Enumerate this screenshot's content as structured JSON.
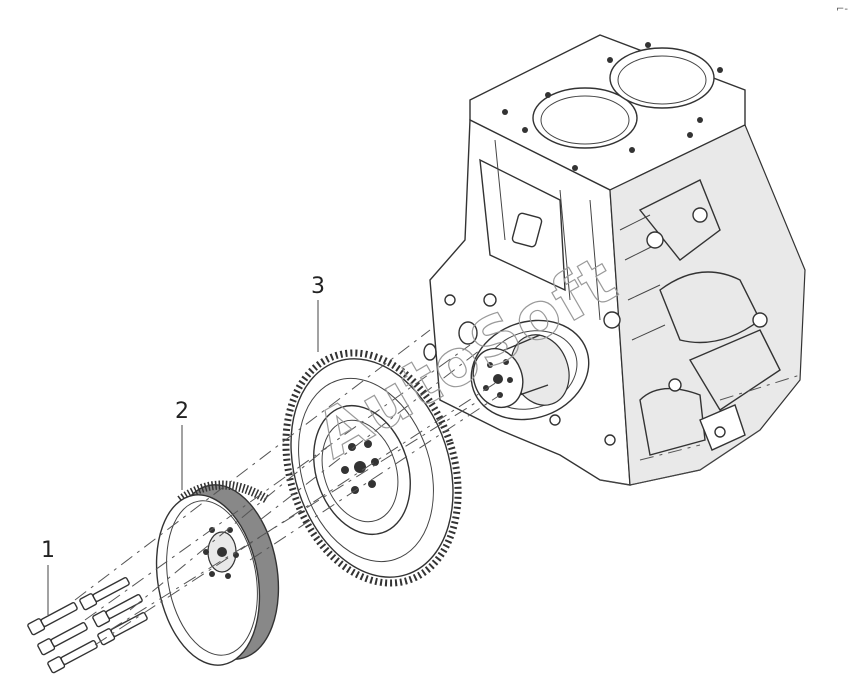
{
  "callouts": [
    {
      "id": "bolts",
      "label": "1"
    },
    {
      "id": "pulley",
      "label": "2"
    },
    {
      "id": "flywheel",
      "label": "3"
    }
  ],
  "watermark": "AutoSoft",
  "corner_mark": "⌐-"
}
